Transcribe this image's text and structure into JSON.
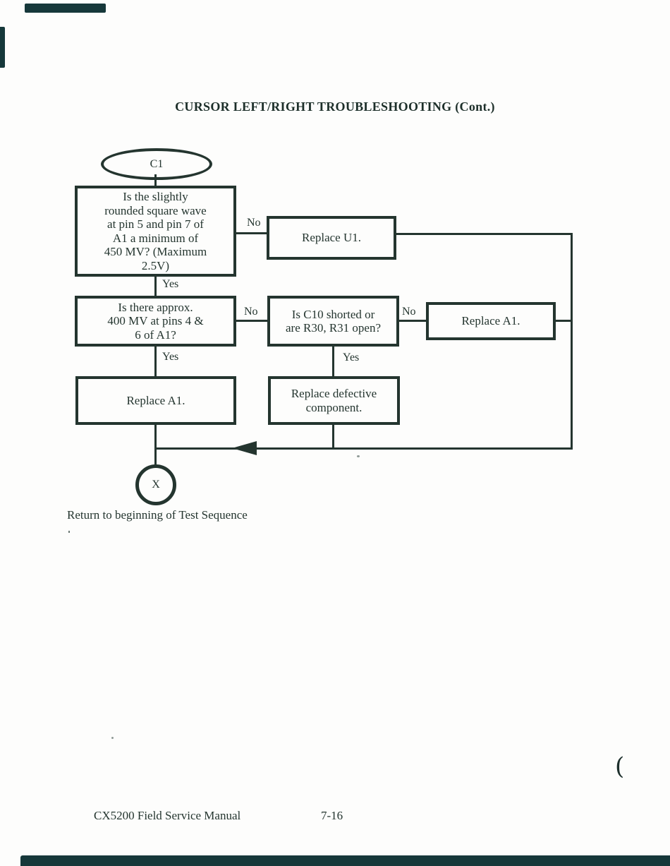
{
  "page": {
    "title": "CURSOR LEFT/RIGHT TROUBLESHOOTING (Cont.)",
    "caption": "Return to beginning of Test Sequence",
    "footer": {
      "left": "CX5200 Field Service Manual",
      "right": "7-16"
    }
  },
  "colors": {
    "ink": "#24352f",
    "scan_bar": "#16383a",
    "paper": "#fdfdfc"
  },
  "flowchart": {
    "start_terminal": "C1",
    "end_terminal": "X",
    "nodes": {
      "q1": "Is the slightly\nrounded square wave\nat pin 5 and pin 7 of\nA1 a minimum of\n450 MV? (Maximum\n2.5V)",
      "replace_u1": "Replace U1.",
      "q2": "Is there approx.\n400 MV at pins 4 &\n6 of A1?",
      "q3": "Is C10 shorted or\nare R30, R31 open?",
      "replace_a1_right": "Replace A1.",
      "replace_a1_left": "Replace A1.",
      "replace_defective": "Replace defective\ncomponent."
    },
    "labels": {
      "no1": "No",
      "no2": "No",
      "no3": "No",
      "yes1": "Yes",
      "yes2": "Yes",
      "yes3": "Yes"
    }
  },
  "artifacts": {
    "paren_mark": "("
  }
}
